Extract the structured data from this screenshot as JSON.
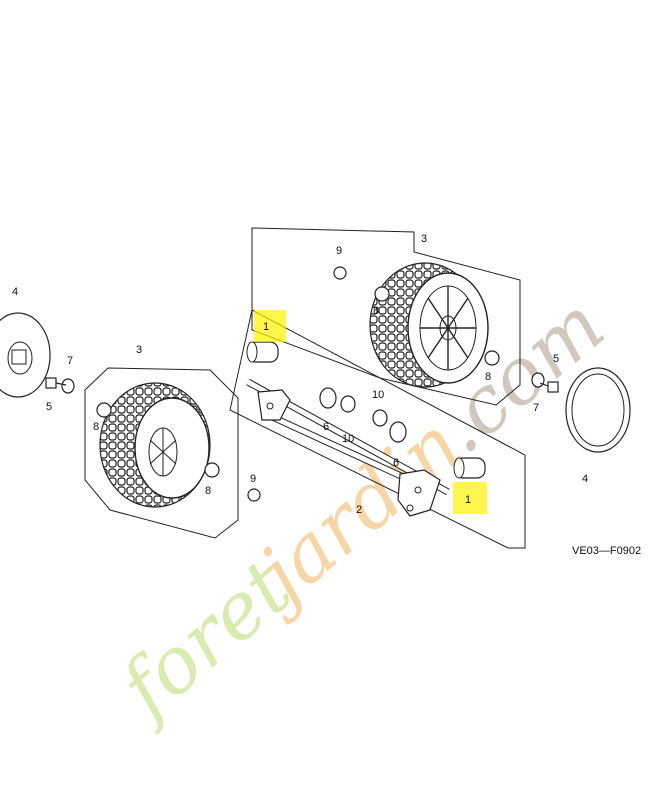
{
  "diagram": {
    "code": "VE03—F0902",
    "highlight_color": "#fff200",
    "watermark": {
      "text1": "foret",
      "text2": "jardin",
      "text3": ".com",
      "color1": "#d9ebb0",
      "color2": "#f6d5a6",
      "color3": "#d1c8bd"
    },
    "labels": {
      "l1a": "1",
      "l1b": "1",
      "l2": "2",
      "l3a": "3",
      "l3b": "3",
      "l4a": "4",
      "l4b": "4",
      "l5a": "5",
      "l5b": "5",
      "l6a": "6",
      "l6b": "6",
      "l7a": "7",
      "l7b": "7",
      "l8a": "8",
      "l8b": "8",
      "l8c": "8",
      "l8d": "8",
      "l9a": "9",
      "l9b": "9",
      "l10a": "10",
      "l10b": "10"
    }
  }
}
